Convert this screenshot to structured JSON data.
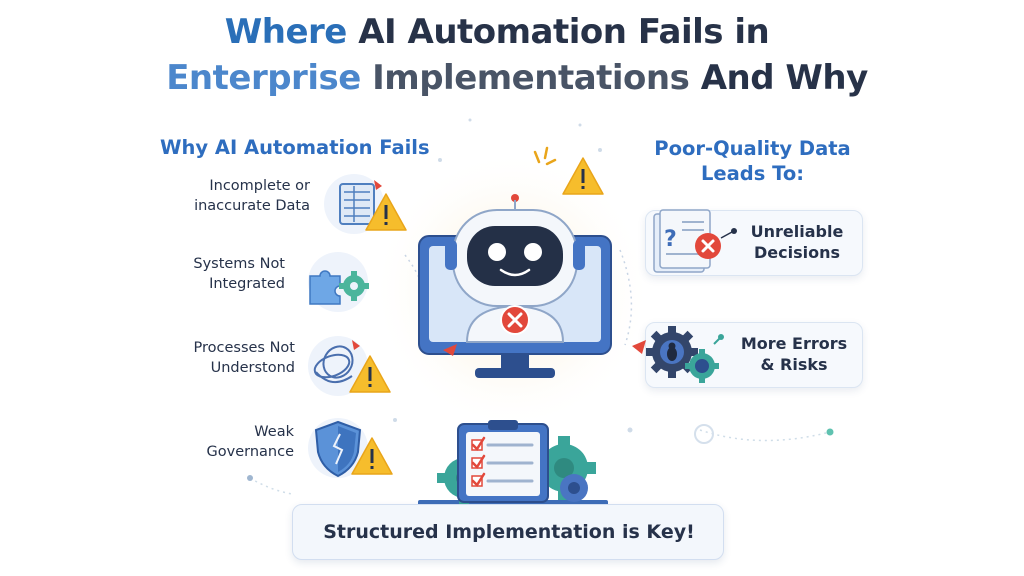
{
  "title": {
    "line1_word1": "Where",
    "line1_rest": "AI Automation Fails in",
    "line2_word1": "Enterprise",
    "line2_word2": "Implementations",
    "line2_rest": "And Why"
  },
  "left_section": {
    "heading": "Why AI Automation Fails",
    "items": [
      {
        "line1": "Incomplete or",
        "line2": "inaccurate Data",
        "icon": "data-sheet-icon"
      },
      {
        "line1": "Systems Not",
        "line2": "Integrated",
        "icon": "puzzle-gear-icon"
      },
      {
        "line1": "Processes Not",
        "line2": "Understond",
        "icon": "tangled-process-icon"
      },
      {
        "line1": "Weak",
        "line2": "Governance",
        "icon": "broken-shield-icon"
      }
    ]
  },
  "right_section": {
    "heading_line1": "Poor-Quality Data",
    "heading_line2": "Leads To:",
    "cards": [
      {
        "line1": "Unreliable",
        "line2": "Decisions",
        "icon": "document-error-icon"
      },
      {
        "line1": "More Errors",
        "line2": "& Risks",
        "icon": "gears-bug-icon"
      }
    ]
  },
  "bottom": {
    "text": "Structured Implementation is Key!"
  },
  "colors": {
    "blue_accent": "#2e6dbf",
    "warning_yellow": "#f6bd2c",
    "error_red": "#e2483b",
    "teal": "#3aa59a",
    "navy": "#26324a"
  }
}
